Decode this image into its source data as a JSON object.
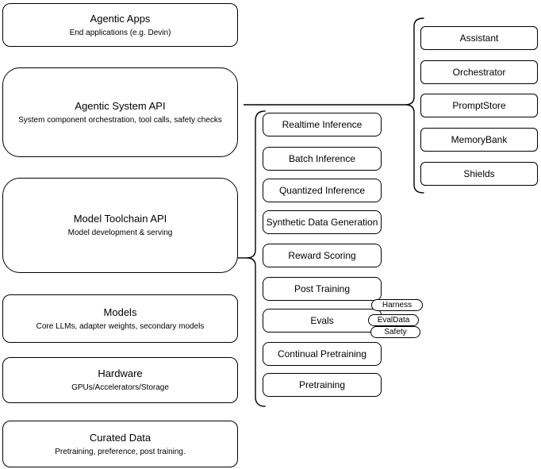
{
  "diagram": {
    "background_color": "#ffffff",
    "stroke_color": "#000000",
    "text_color": "#000000",
    "left_stack": [
      {
        "title": "Agentic Apps",
        "subtitle": "End applications (e.g. Devin)"
      },
      {
        "title": "Agentic System API",
        "subtitle": "System component orchestration, tool calls, safety checks"
      },
      {
        "title": "Model Toolchain API",
        "subtitle": "Model development & serving"
      },
      {
        "title": "Models",
        "subtitle": "Core LLMs, adapter weights, secondary models"
      },
      {
        "title": "Hardware",
        "subtitle": "GPUs/Accelerators/Storage"
      },
      {
        "title": "Curated Data",
        "subtitle": "Pretraining, preference, post training."
      }
    ],
    "toolchain_services": [
      "Realtime Inference",
      "Batch Inference",
      "Quantized Inference",
      "Synthetic Data Generation",
      "Reward Scoring",
      "Post Training",
      "Evals",
      "Continual Pretraining",
      "Pretraining"
    ],
    "eval_tags": [
      "Harness",
      "EvalData",
      "Safety"
    ],
    "system_components": [
      "Assistant",
      "Orchestrator",
      "PromptStore",
      "MemoryBank",
      "Shields"
    ]
  }
}
